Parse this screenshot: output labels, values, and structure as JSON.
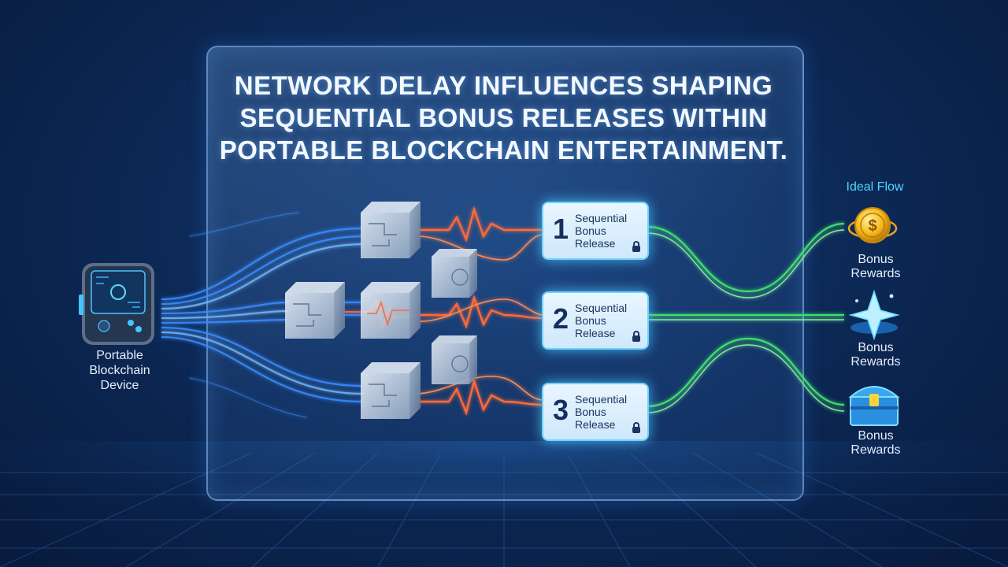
{
  "title": {
    "line1": "NETWORK DELAY INFLUENCES SHAPING",
    "line2": "SEQUENTIAL BONUS RELEASES WITHIN",
    "line3": "PORTABLE BLOCKCHAIN ENTERTAINMENT."
  },
  "device": {
    "label_line1": "Portable",
    "label_line2": "Blockchain",
    "label_line3": "Device",
    "icon": "handheld-device-icon"
  },
  "steps": [
    {
      "number": "1",
      "line1": "Sequential",
      "line2": "Bonus",
      "line3": "Release",
      "icon": "lock-icon"
    },
    {
      "number": "2",
      "line1": "Sequential",
      "line2": "Bonus",
      "line3": "Release",
      "icon": "lock-icon"
    },
    {
      "number": "3",
      "line1": "Sequential",
      "line2": "Bonus",
      "line3": "Release",
      "icon": "lock-icon"
    }
  ],
  "ideal_flow_label": "Ideal Flow",
  "rewards": [
    {
      "line1": "Bonus",
      "line2": "Rewards",
      "icon": "coin-icon"
    },
    {
      "line1": "Bonus",
      "line2": "Rewards",
      "icon": "star-crystal-icon"
    },
    {
      "line1": "Bonus",
      "line2": "Rewards",
      "icon": "treasure-chest-icon"
    }
  ],
  "colors": {
    "background": "#0d2a58",
    "incoming_flow": "#3a8dff",
    "delay_signal": "#ff6a3a",
    "ideal_flow": "#3ee06a",
    "accent": "#4fd8ff"
  }
}
